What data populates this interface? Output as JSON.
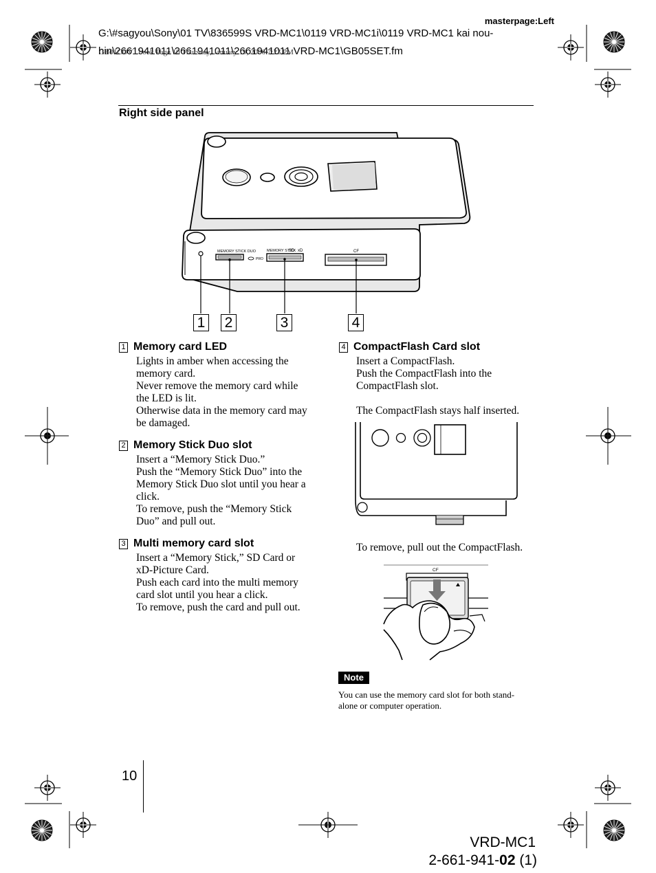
{
  "header": {
    "masterpage": "masterpage:Left",
    "filepath": "G:\\#sagyou\\Sony\\01 TV\\836599S VRD-MC1\\0119 VRD-MC1i\\0119 VRD-MC1 kai nou-hin\\2661941011\\2661941011\\2661941011 VRD-MC1\\GB05SET.fm",
    "bookinfo": "GB01COV1.book  Page 10  Thursday, January 19, 2006  7:23 PM"
  },
  "section": {
    "title": "Right side panel"
  },
  "device_labels": {
    "memory_stick_duo": "MEMORY STICK DUO",
    "pro": "PRO",
    "memory_stick": "MEMORY STICK",
    "sd": "SD",
    "xd": "xD",
    "cf": "CF"
  },
  "callouts": [
    "1",
    "2",
    "3",
    "4"
  ],
  "items": [
    {
      "number": "1",
      "title": "Memory card LED",
      "lines": [
        "Lights in amber when accessing the",
        "memory card.",
        "Never remove the memory card while",
        "the LED is lit.",
        "Otherwise data in the memory card may",
        "be damaged."
      ]
    },
    {
      "number": "2",
      "title": "Memory Stick Duo slot",
      "lines": [
        "Insert a “Memory Stick Duo.”",
        "Push the “Memory Stick Duo” into the",
        "Memory Stick Duo slot until you hear a",
        "click.",
        "To remove, push the “Memory Stick",
        "Duo” and pull out."
      ]
    },
    {
      "number": "3",
      "title": "Multi memory card slot",
      "lines": [
        "Insert a “Memory Stick,” SD Card or",
        "xD-Picture Card.",
        "Push each card into the multi memory",
        "card slot until you hear a click.",
        "To remove, push the card and pull out."
      ]
    },
    {
      "number": "4",
      "title": "CompactFlash Card slot",
      "lines": [
        "Insert a CompactFlash.",
        "Push the CompactFlash into the",
        "CompactFlash slot."
      ],
      "half_inserted": "The CompactFlash stays half inserted.",
      "remove": "To remove, pull out the CompactFlash."
    }
  ],
  "note": {
    "label": "Note",
    "lines": [
      "You can use the memory card slot for both stand-",
      "alone or computer operation."
    ]
  },
  "footer": {
    "page_number": "10",
    "model": "VRD-MC1",
    "part_prefix": "2-661-941-",
    "part_bold": "02",
    "part_suffix": " (1)"
  }
}
